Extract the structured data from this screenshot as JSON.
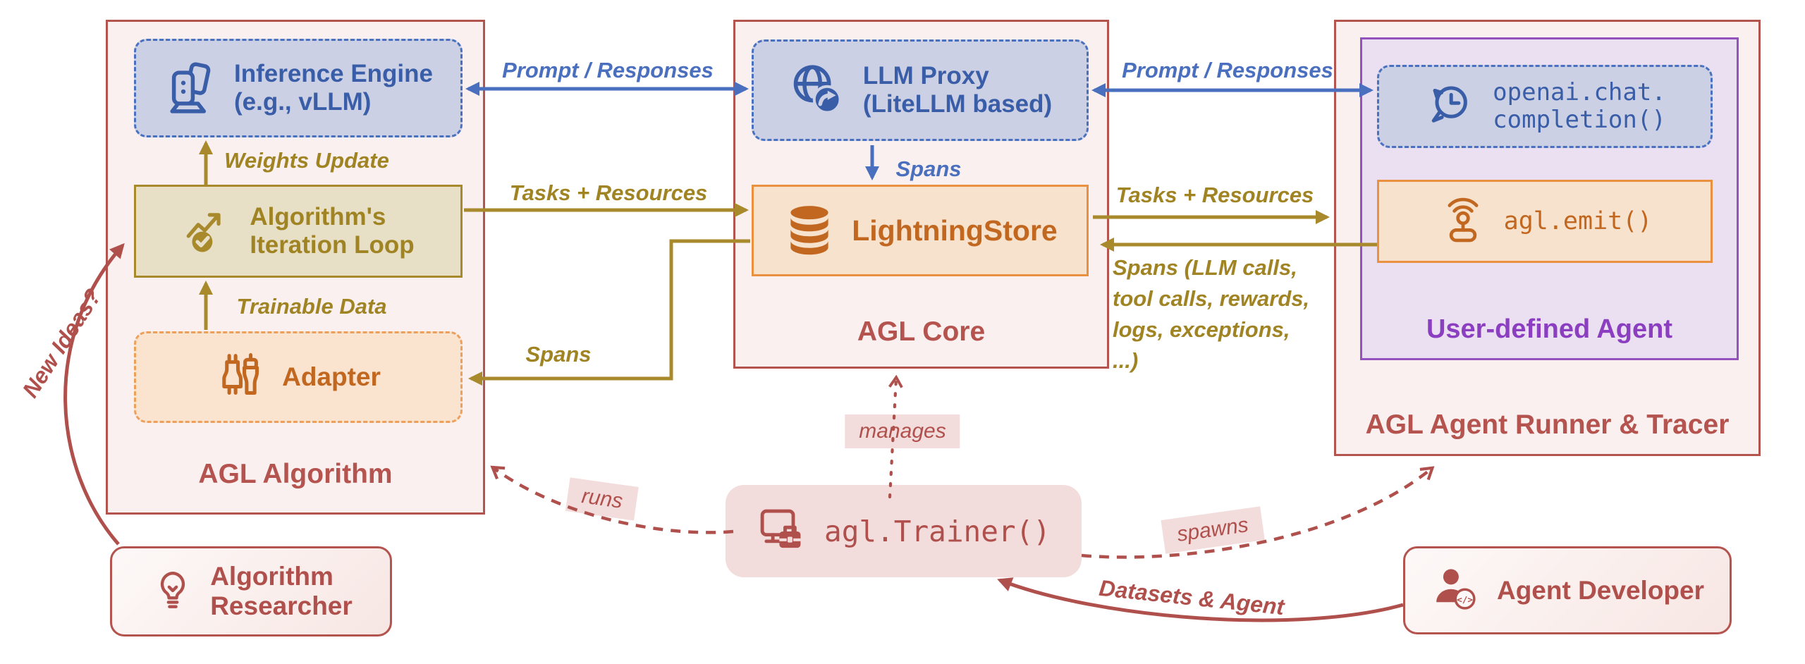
{
  "diagram_title": "AGL architecture diagram",
  "groups": {
    "algorithm": {
      "label": "AGL Algorithm"
    },
    "core": {
      "label": "AGL Core"
    },
    "runner": {
      "label": "AGL Agent Runner & Tracer"
    },
    "user_agent": {
      "label": "User-defined Agent"
    }
  },
  "nodes": {
    "inference": {
      "label": "Inference Engine\n(e.g., vLLM)",
      "icon": "gpu-stack-icon"
    },
    "iteration": {
      "label": "Algorithm's\nIteration Loop",
      "icon": "chart-check-icon"
    },
    "adapter": {
      "label": "Adapter",
      "icon": "plug-icon"
    },
    "llm_proxy": {
      "label": "LLM Proxy\n(LiteLLM based)",
      "icon": "globe-share-icon"
    },
    "lightning_store": {
      "label": "LightningStore",
      "icon": "database-icon"
    },
    "openai_call": {
      "label": "openai.chat.\ncompletion()",
      "icon": "chat-history-icon"
    },
    "agl_emit": {
      "label": "agl.emit()",
      "icon": "broadcast-icon"
    },
    "agl_trainer": {
      "label": "agl.Trainer()",
      "icon": "monitor-briefcase-icon"
    },
    "researcher": {
      "label": "Algorithm\nResearcher",
      "icon": "lightbulb-icon"
    },
    "developer": {
      "label": "Agent Developer",
      "icon": "person-code-icon"
    }
  },
  "edges": {
    "prompt_responses_left": "Prompt / Responses",
    "prompt_responses_right": "Prompt / Responses",
    "weights_update": "Weights Update",
    "tasks_resources_left": "Tasks + Resources",
    "tasks_resources_right": "Tasks + Resources",
    "trainable_data": "Trainable Data",
    "spans_proxy": "Spans",
    "spans_adapter": "Spans",
    "spans_detail": "Spans (LLM calls,\ntool calls, rewards,\nlogs, exceptions,\n...)",
    "manages": "manages",
    "runs": "runs",
    "spawns": "spawns",
    "datasets_agent": "Datasets & Agent",
    "new_ideas": "New Ideas?"
  },
  "colors": {
    "frame_red": "#b4544f",
    "accent_red": "#b0504c",
    "blue_border": "#4a70c0",
    "blue_fill": "#cbd0e4",
    "blue_text": "#3a5da8",
    "olive": "#a8892c",
    "olive_fill": "#e7e0c7",
    "orange_border": "#e9913f",
    "orange_fill": "#f7e2cd",
    "orange_text": "#c2671f",
    "purple_border": "#9452be",
    "purple_fill": "#eae0f1",
    "purple_text": "#8b3fc0",
    "pink_fill": "#f3dcdc",
    "group_fill": "#f9f0ef"
  }
}
